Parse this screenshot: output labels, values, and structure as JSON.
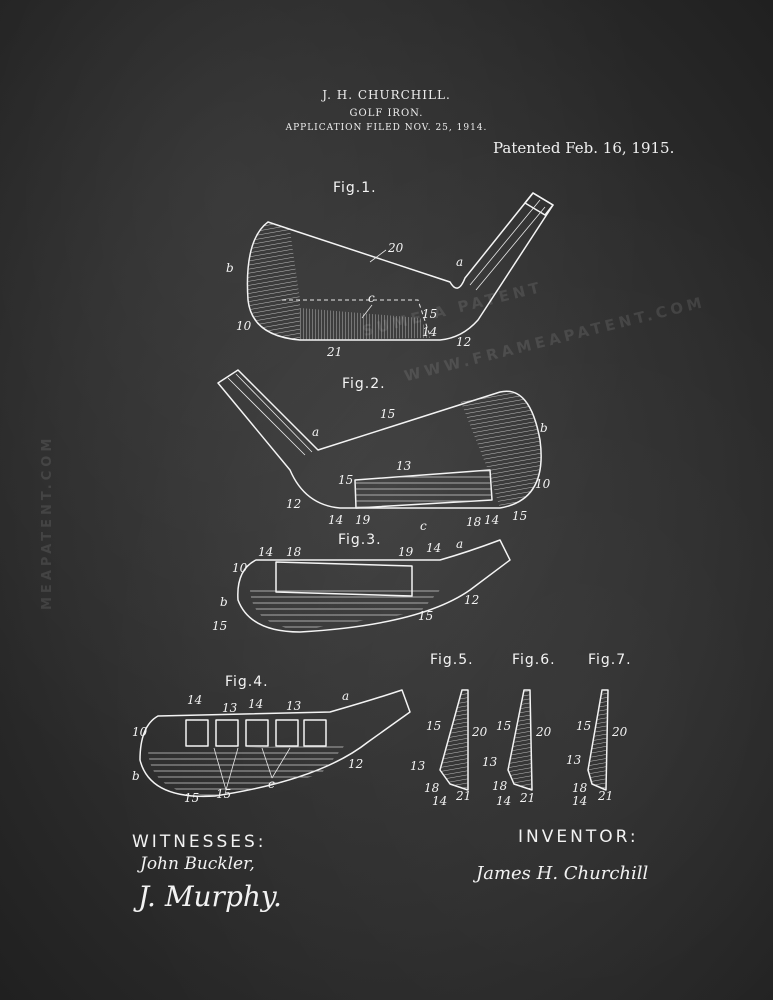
{
  "header": {
    "inventor": "J. H. CHURCHILL.",
    "title": "GOLF IRON.",
    "application": "APPLICATION FILED NOV. 25, 1914.",
    "patented": "Patented Feb. 16, 1915."
  },
  "watermarks": [
    "SUME A PATENT",
    "WWW.FRAMEAPATENT.COM",
    "MEAPATENT.COM"
  ],
  "figures": {
    "fig1": {
      "title": "Fig.1.",
      "labels": {
        "b": "b",
        "20": "20",
        "a": "a",
        "c": "c",
        "10": "10",
        "15": "15",
        "14": "14",
        "21": "21",
        "12": "12"
      }
    },
    "fig2": {
      "title": "Fig.2.",
      "labels": {
        "a": "a",
        "15": "15",
        "b": "b",
        "13": "13",
        "15b": "15",
        "10": "10",
        "12": "12",
        "14": "14",
        "19": "19",
        "c": "c",
        "18": "18",
        "14b": "14",
        "15c": "15"
      }
    },
    "fig3": {
      "title": "Fig.3.",
      "labels": {
        "14": "14",
        "18": "18",
        "19": "19",
        "14b": "14",
        "a": "a",
        "10": "10",
        "b": "b",
        "15": "15",
        "15b": "15",
        "12": "12"
      }
    },
    "fig4": {
      "title": "Fig.4.",
      "labels": {
        "14": "14",
        "13": "13",
        "14b": "14",
        "13b": "13",
        "a": "a",
        "10": "10",
        "b": "b",
        "12": "12",
        "15": "15",
        "15b": "15",
        "c": "c"
      }
    },
    "fig5": {
      "title": "Fig.5.",
      "labels": {
        "15": "15",
        "20": "20",
        "13": "13",
        "18": "18",
        "14": "14",
        "21": "21"
      }
    },
    "fig6": {
      "title": "Fig.6.",
      "labels": {
        "15": "15",
        "20": "20",
        "13": "13",
        "18": "18",
        "14": "14",
        "21": "21"
      }
    },
    "fig7": {
      "title": "Fig.7.",
      "labels": {
        "15": "15",
        "20": "20",
        "13": "13",
        "18": "18",
        "14": "14",
        "21": "21"
      }
    }
  },
  "footer": {
    "witnesses_label": "WITNESSES:",
    "inventor_label": "INVENTOR:",
    "witness_signatures": [
      "John Buckler,",
      "J. Murphy."
    ],
    "inventor_signature": "James H. Churchill"
  }
}
